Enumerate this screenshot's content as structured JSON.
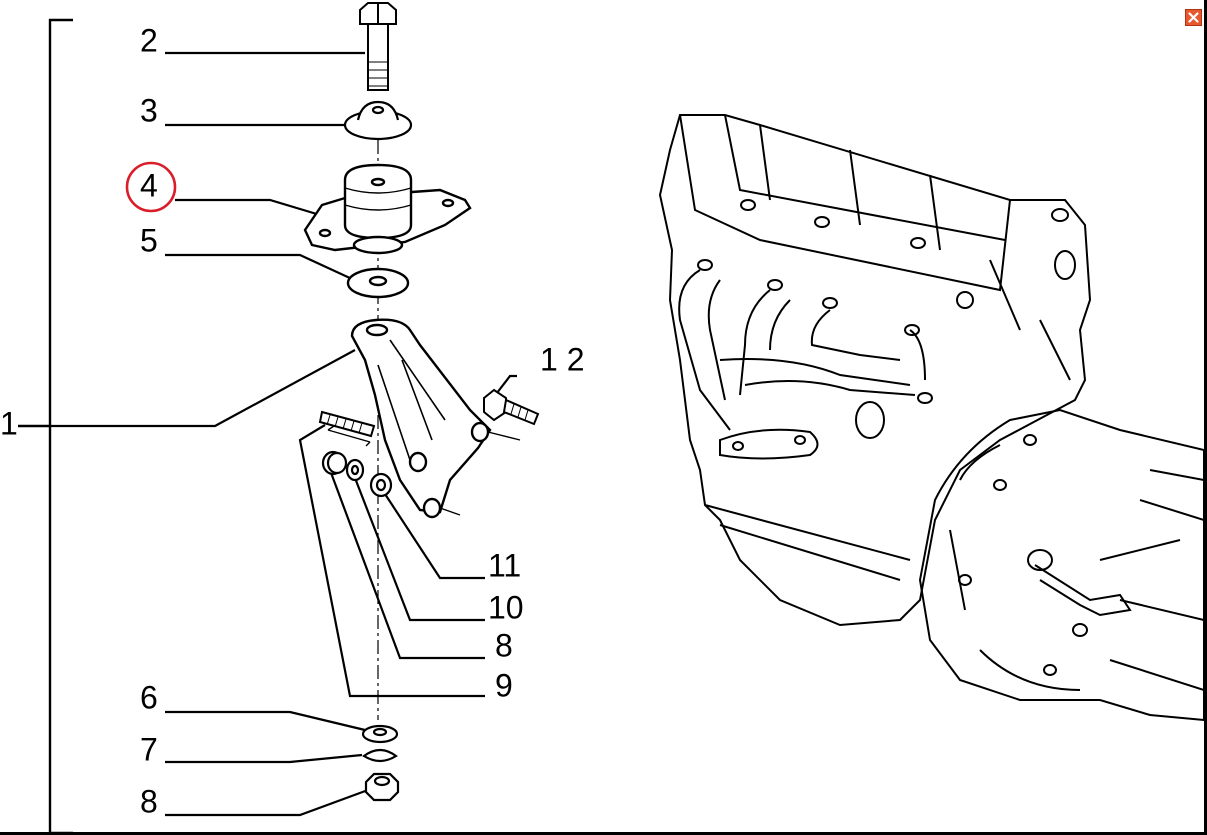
{
  "viewer": {
    "close_icon": "close-icon",
    "close_color": "#e8572e"
  },
  "diagram": {
    "highlight_color": "#d91e2a",
    "highlighted_callout": "4",
    "callouts": {
      "c1": "1",
      "c2": "2",
      "c3": "3",
      "c4": "4",
      "c5": "5",
      "c6": "6",
      "c7": "7",
      "c8a": "8",
      "c8b": "8",
      "c9": "9",
      "c10": "10",
      "c11": "11",
      "c12": "1 2"
    }
  }
}
